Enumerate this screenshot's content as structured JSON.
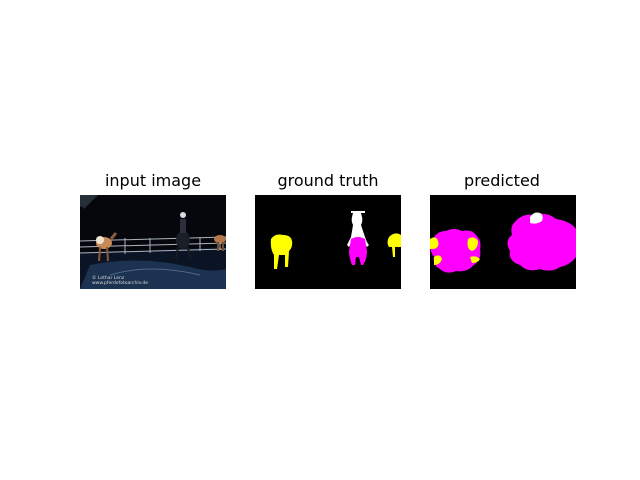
{
  "figure": {
    "panels": [
      {
        "title": "input image"
      },
      {
        "title": "ground truth"
      },
      {
        "title": "predicted"
      }
    ],
    "watermark": {
      "line1": "©    Lothar Lenz",
      "line2": "www.pferdefotoarchiv.de"
    },
    "colors": {
      "background": "#000000",
      "rider_class": "#ffffff",
      "horse_class": "#ff00ff",
      "other_horse_class": "#ffff00"
    }
  }
}
